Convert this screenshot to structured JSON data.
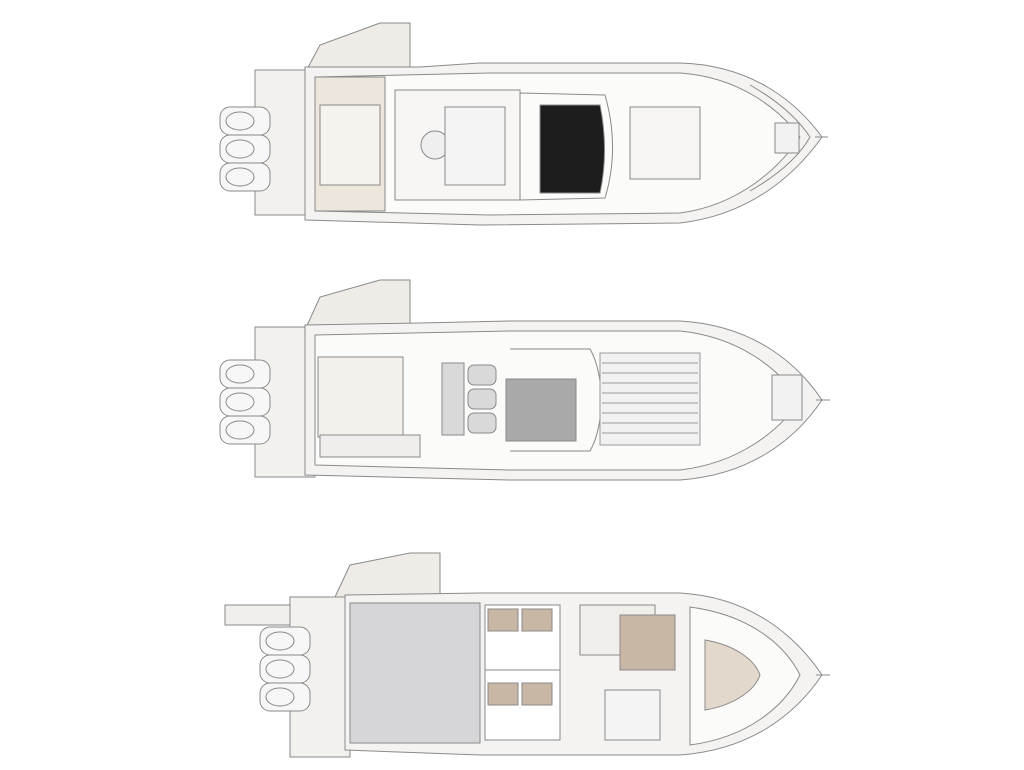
{
  "diagram": {
    "plans": [
      {
        "id": "upper-deck-plan"
      },
      {
        "id": "main-deck-plan"
      },
      {
        "id": "lower-deck-plan"
      }
    ],
    "colors": {
      "background": "#ffffff",
      "outline": "#8a8a8a",
      "hull_fill": "#f4f3f1",
      "deck_fill": "#fbfbfa",
      "teak": "#ece6dc",
      "dark_panel": "#1d1d1d",
      "grey_panel": "#a9a9a9",
      "light_grey": "#d6d6d8",
      "cushion": "#c9b7a6"
    }
  }
}
